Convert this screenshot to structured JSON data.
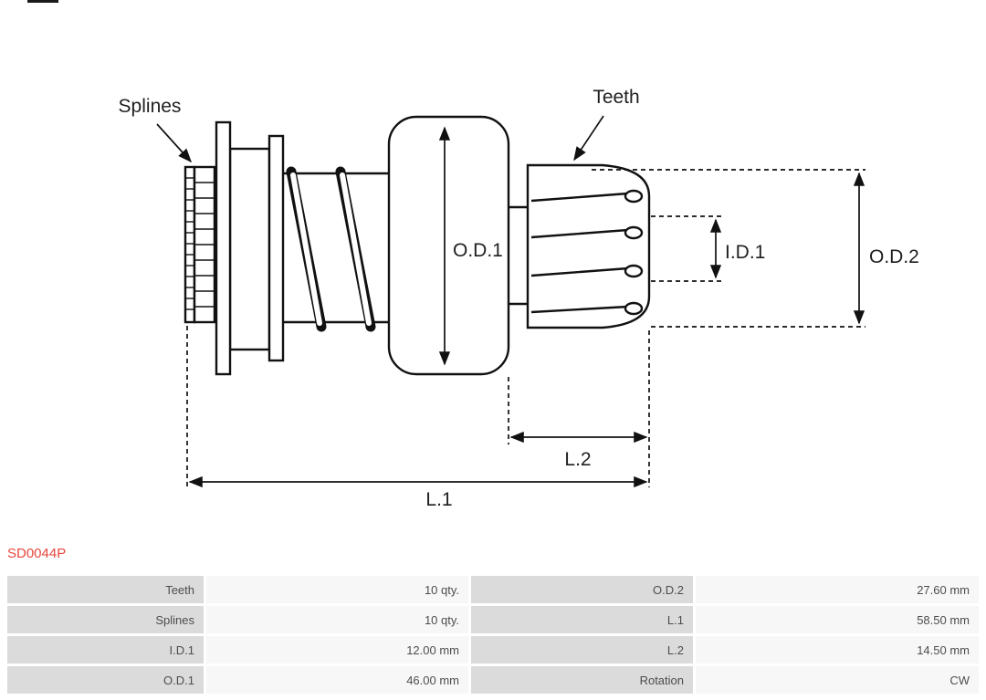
{
  "part_number": "SD0044P",
  "drawing": {
    "callouts": {
      "splines": "Splines",
      "teeth": "Teeth"
    },
    "dimensions": {
      "od1": "O.D.1",
      "id1": "I.D.1",
      "od2": "O.D.2",
      "l1": "L.1",
      "l2": "L.2"
    }
  },
  "specs": {
    "rows": [
      {
        "cells": [
          "Teeth",
          "10 qty.",
          "O.D.2",
          "27.60 mm"
        ]
      },
      {
        "cells": [
          "Splines",
          "10 qty.",
          "L.1",
          "58.50 mm"
        ]
      },
      {
        "cells": [
          "I.D.1",
          "12.00 mm",
          "L.2",
          "14.50 mm"
        ]
      },
      {
        "cells": [
          "O.D.1",
          "46.00 mm",
          "Rotation",
          "CW"
        ]
      }
    ]
  },
  "colors": {
    "part_number": "#e8463d",
    "drawing_line": "#111111",
    "table_label_bg": "#dbdbdb",
    "table_value_bg": "#f7f7f7",
    "table_text": "#4d4d4d"
  }
}
